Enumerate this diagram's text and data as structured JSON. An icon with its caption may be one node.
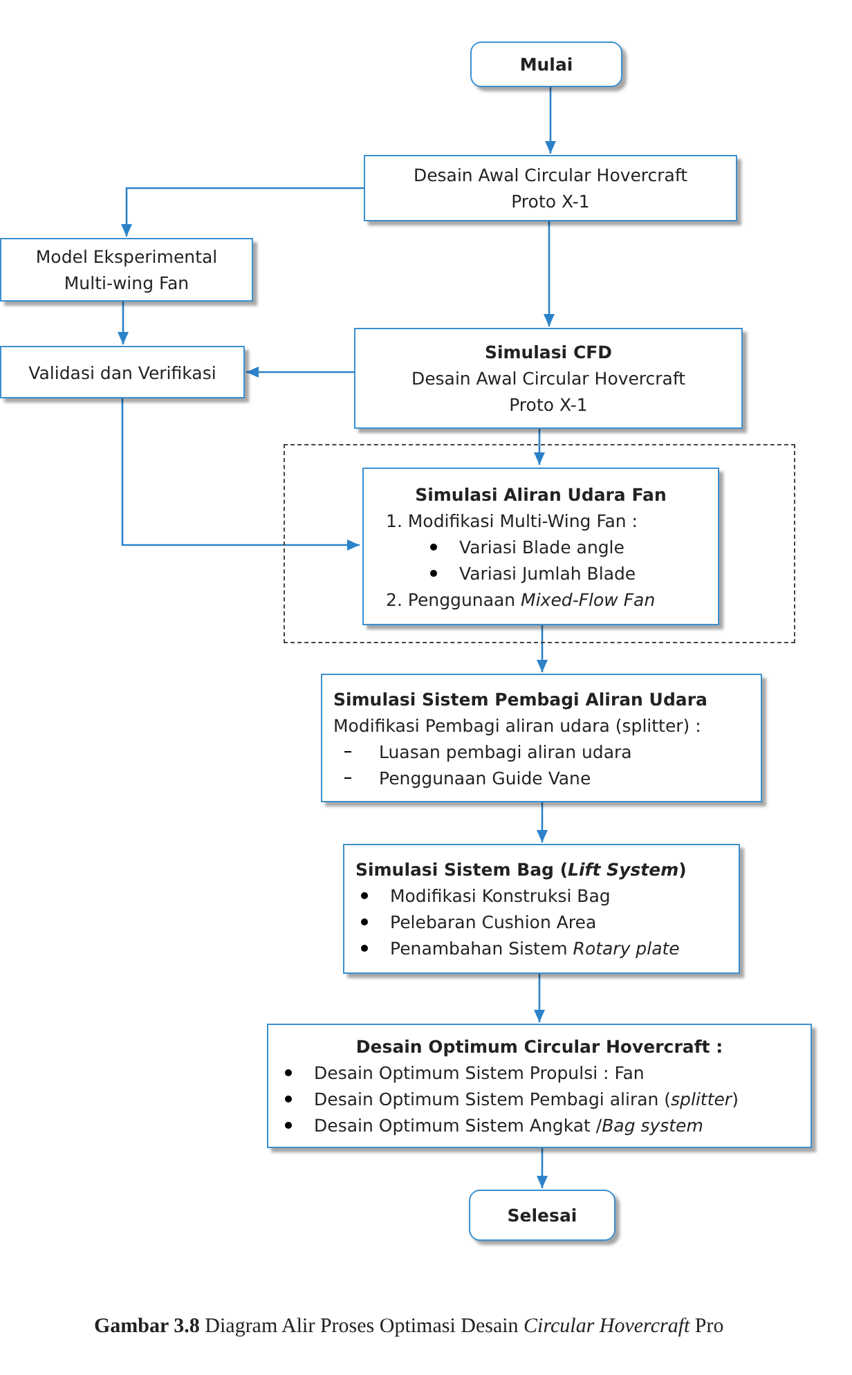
{
  "diagram": {
    "caption": "**Gambar 3.8** Diagram Alir Proses Optimasi Desain *Circular Hovercraft* Pro",
    "nodes": [
      {
        "text": [
          "Mulai"
        ]
      },
      {
        "text": [
          "Desain Awal Circular Hovercraft Proto X-1"
        ]
      },
      {
        "text": [
          "Model Eksperimental Multi-wing Fan"
        ]
      },
      {
        "text": [
          "Validasi dan Verifikasi"
        ]
      },
      {
        "text": [
          "Simulasi CFD",
          "Desain Awal Circular Hovercraft Proto X-1"
        ]
      },
      {
        "text": [],
        "shape": "box"
      },
      {
        "text": [
          "Simulasi Aliran Udara Fan",
          "1. Modifikasi Multi-Wing Fan :",
          "Variasi Blade angle",
          "Variasi Jumlah Blade",
          "2. Penggunaan *Mixed-Flow Fan*"
        ],
        "in": 5
      },
      {
        "text": [
          "Simulasi Sistem Pembagi Aliran Udara",
          "Modifikasi Pembagi aliran udara (splitter) :",
          "Luasan pembagi aliran udara",
          "Penggunaan Guide Vane"
        ]
      },
      {
        "text": [
          "Simulasi Sistem Bag (*Lift System*)",
          "Modifikasi Konstruksi Bag",
          "Pelebaran Cushion Area",
          "Penambahan Sistem *Rotary plate*"
        ]
      },
      {
        "text": [
          "Desain Optimum Circular Hovercraft :",
          "Desain Optimum Sistem Propulsi : Fan",
          "Desain Optimum Sistem Pembagi aliran (*splitter*)",
          "Desain Optimum Sistem Angkat /*Bag system*"
        ]
      },
      {
        "text": [
          "Selesai"
        ]
      }
    ],
    "edges": [
      {
        "from": 0,
        "to": 1,
        "arrow": "to"
      },
      {
        "from": 1,
        "to": 2,
        "arrow": "to"
      },
      {
        "from": 2,
        "to": 3,
        "arrow": "to"
      },
      {
        "from": 1,
        "to": 4,
        "arrow": "to"
      },
      {
        "from": 4,
        "to": 3,
        "arrow": "to"
      },
      {
        "from": 3,
        "to": 6,
        "arrow": "to"
      },
      {
        "from": 4,
        "to": 6,
        "arrow": "to"
      },
      {
        "from": 6,
        "to": 7,
        "arrow": "to"
      },
      {
        "from": 7,
        "to": 8,
        "arrow": "to"
      },
      {
        "from": 8,
        "to": 9,
        "arrow": "to"
      },
      {
        "from": 9,
        "to": 10,
        "arrow": "to"
      }
    ]
  }
}
